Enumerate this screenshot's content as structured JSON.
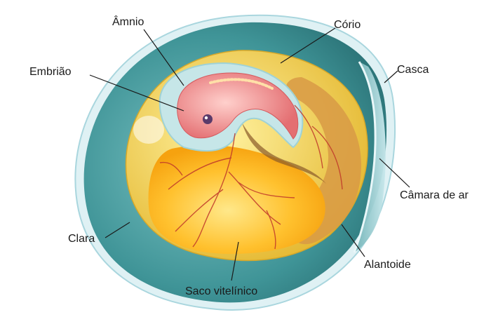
{
  "labels": {
    "amnio": "Âmnio",
    "corio": "Cório",
    "embriao": "Embrião",
    "casca": "Casca",
    "camara_de_ar": "Câmara de ar",
    "clara": "Clara",
    "alantoide": "Alantoide",
    "saco_vitelinico": "Saco vitelínico"
  },
  "colors": {
    "shell_outline": "#bfe3ea",
    "albumen": "#3e8f92",
    "air_chamber": "#9fd0d6",
    "chorion": "#ecc23a",
    "yolk": "#ffb11f",
    "yolk_light": "#ffe27a",
    "amnion_cavity": "#c8e6e7",
    "embryo": "#f08a8a",
    "allantois": "#c98a3c",
    "vessels": "#c0392b"
  }
}
